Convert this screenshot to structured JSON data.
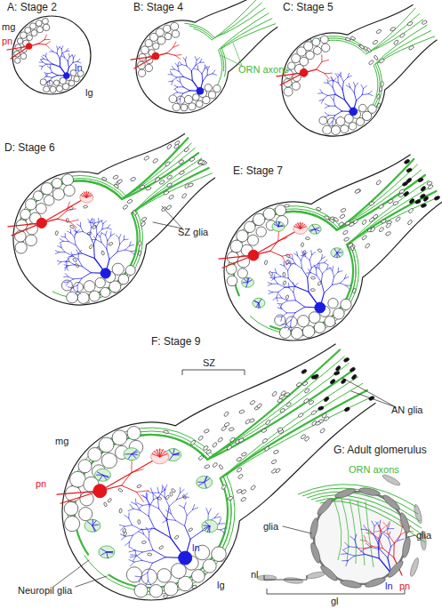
{
  "diagram": {
    "labels": [
      "A: Stage 2",
      "mg",
      "pn",
      "ln",
      "lg",
      "B: Stage 4",
      "ORN axons",
      "C: Stage 5",
      "D: Stage 6",
      "SZ glia",
      "E: Stage 7",
      "F: Stage 9",
      "SZ",
      "AN glia",
      "mg",
      "pn",
      "Neuropil glia",
      "ln",
      "lg",
      "G: Adult glomerulus",
      "ORN axons",
      "glia",
      "glia",
      "nl",
      "gl",
      "ln",
      "pn"
    ]
  }
}
